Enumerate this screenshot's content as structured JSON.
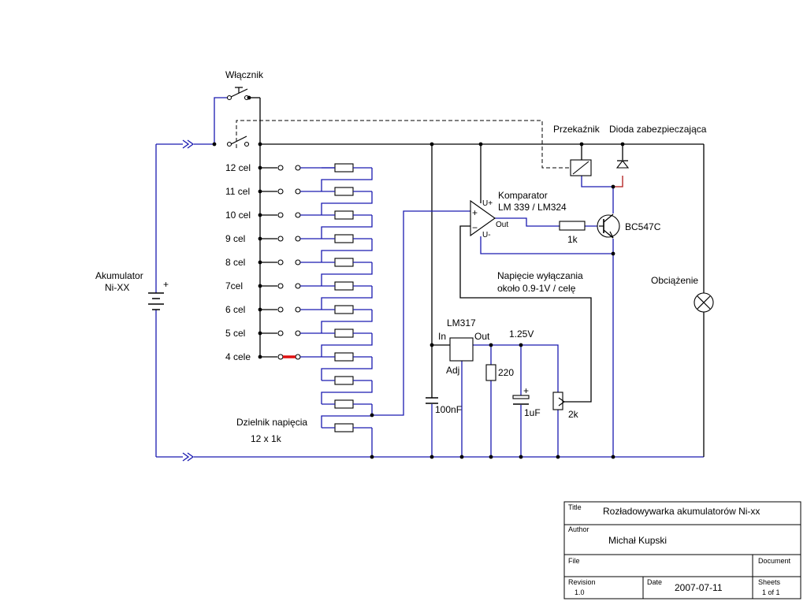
{
  "labels": {
    "switch": "Włącznik",
    "relay": "Przekaźnik",
    "diode": "Dioda zabezpieczająca",
    "battery_line1": "Akumulator",
    "battery_line2": "Ni-XX",
    "comparator_line1": "Komparator",
    "comparator_line2": "LM 339 / LM324",
    "u_plus": "U+",
    "u_minus": "U-",
    "out": "Out",
    "resistor_1k": "1k",
    "transistor": "BC547C",
    "cutoff_line1": "Napięcie wyłączania",
    "cutoff_line2": "około 0.9-1V / celę",
    "load": "Obciążenie",
    "regulator": "LM317",
    "reg_in": "In",
    "reg_out": "Out",
    "reg_adj": "Adj",
    "voltage": "1.25V",
    "r220": "220",
    "cap_100nf": "100nF",
    "cap_1uf": "1uF",
    "pot_2k": "2k",
    "divider_line1": "Dzielnik napięcia",
    "divider_line2": "12 x 1k",
    "plus_sign": "+",
    "op_plus": "+",
    "op_minus": "−"
  },
  "cell_taps": [
    "12 cel",
    "11 cel",
    "10 cel",
    "9 cel",
    "8 cel",
    "7cel",
    "6 cel",
    "5 cel",
    "4 cele"
  ],
  "title_block": {
    "title_caption": "Title",
    "title": "Rozładowywarka akumulatorów Ni-xx",
    "author_caption": "Author",
    "author": "Michał Kupski",
    "file_caption": "File",
    "file": "",
    "document_caption": "Document",
    "revision_caption": "Revision",
    "revision": "1.0",
    "date_caption": "Date",
    "date": "2007-07-11",
    "sheets_caption": "Sheets",
    "sheets": "1 of 1"
  },
  "colors": {
    "wire_black": "#000000",
    "wire_blue": "#1a1ab0",
    "wire_red": "#b01818",
    "selected_jumper": "#e01010"
  }
}
